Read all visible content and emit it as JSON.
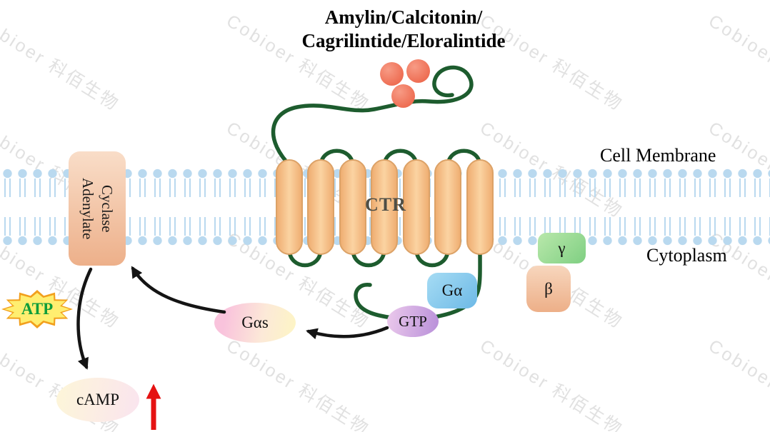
{
  "title": {
    "line1": "Amylin/Calcitonin/",
    "line2": "Cagrilintide/Eloralintide"
  },
  "labels": {
    "cell_membrane": "Cell Membrane",
    "cytoplasm": "Cytoplasm",
    "receptor": "CTR"
  },
  "molecules": {
    "adenylate_cyclase_line1": "Adenylate",
    "adenylate_cyclase_line2": "Cyclase",
    "g_alpha": "Gα",
    "gtp": "GTP",
    "g_alpha_s": "Gαs",
    "gamma": "γ",
    "beta": "β",
    "atp": "ATP",
    "camp": "cAMP"
  },
  "ligand": {
    "count": 3
  },
  "watermark": {
    "text": "Cobioer 科佰生物"
  },
  "colors": {
    "membrane_blue": "#b9d9ef",
    "helix_fill": "#fbd3a2",
    "helix_edge": "#efae72",
    "helix_border": "#dca267",
    "loop_green": "#1d5c2e",
    "ligand_red": "#ef7258",
    "arrow_black": "#141414",
    "arrow_red": "#e51212",
    "atp_green": "#0f9d3a",
    "atp_burst": "#f2a01d",
    "atp_burst_inner": "#ffee70"
  }
}
